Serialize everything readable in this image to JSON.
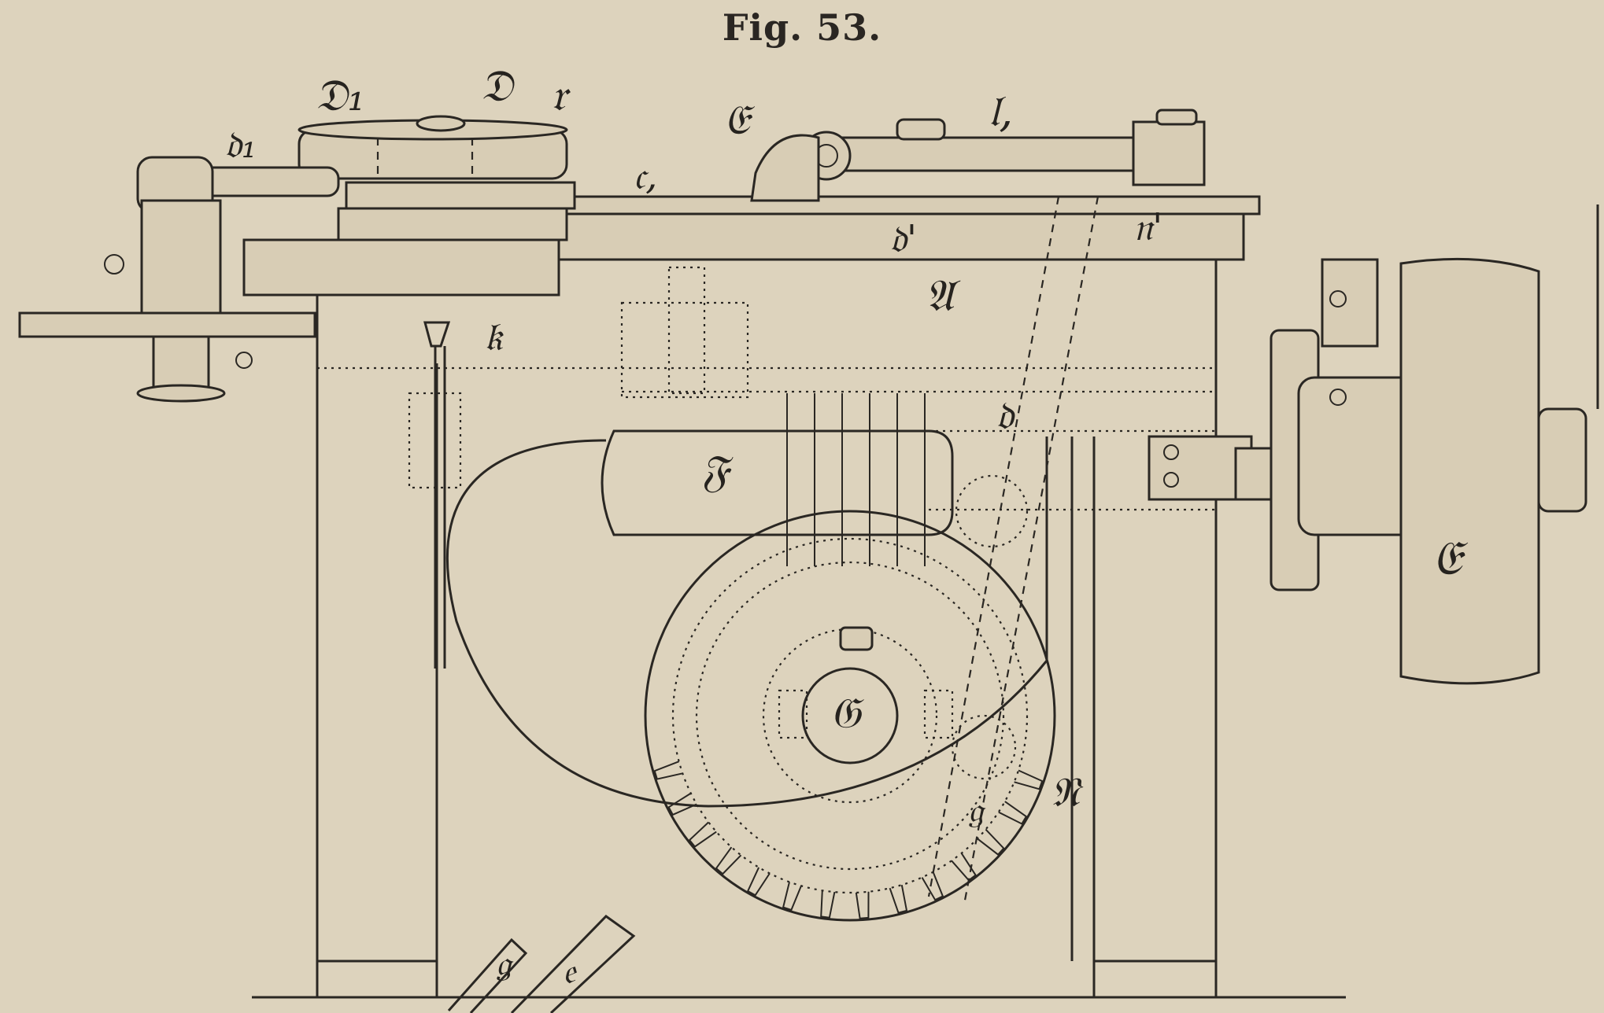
{
  "figure": {
    "caption": "Fig. 53.",
    "labels": {
      "D1": "𝔇₁",
      "D": "𝔇",
      "r_top": "𝔯",
      "d1": "𝔡₁",
      "E": "𝔈",
      "l1": "𝔩,",
      "c1": "𝔠,",
      "d_prime": "𝔡'",
      "n_prime": "𝔫'",
      "A": "𝔄",
      "k": "𝔨",
      "d": "𝔡",
      "F": "𝔉",
      "C": "𝔈",
      "G": "𝔊",
      "N": "𝔑",
      "g_lower": "𝔤",
      "g_bottom": "𝔤",
      "e_bottom": "𝔢"
    }
  },
  "colors": {
    "paper": "#ddd3bd",
    "ink": "#2a2723"
  }
}
